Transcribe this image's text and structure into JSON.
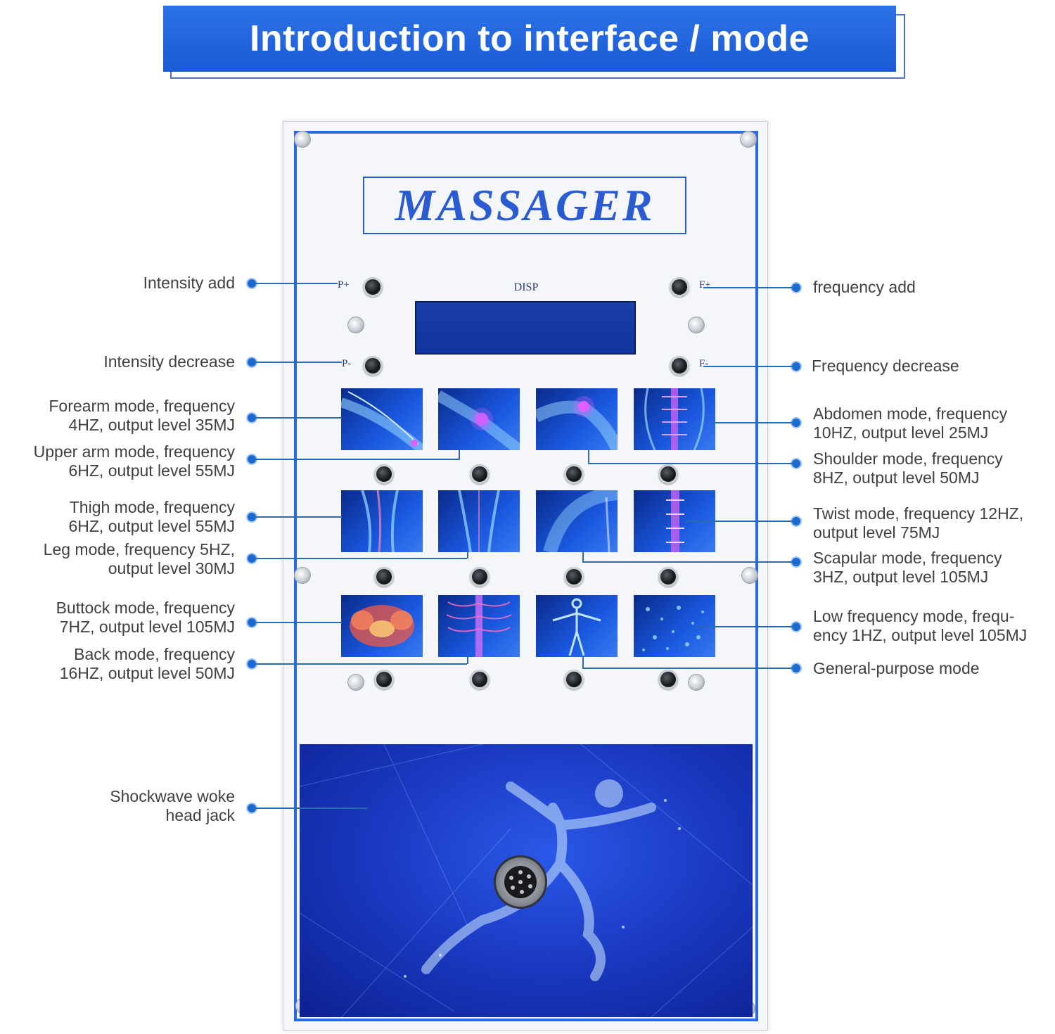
{
  "banner": {
    "title": "Introduction to interface / mode"
  },
  "device": {
    "brand": "MASSAGER",
    "display_label": "DISP",
    "buttons": {
      "p_plus": "P+",
      "p_minus": "P-",
      "f_plus": "F+",
      "f_minus": "F-"
    }
  },
  "callouts": {
    "intensity_add": "Intensity add",
    "intensity_decrease": "Intensity decrease",
    "frequency_add": "frequency add",
    "frequency_decrease": "Frequency decrease",
    "forearm": [
      "Forearm mode, frequency",
      "4HZ, output level 35MJ"
    ],
    "upper_arm": [
      "Upper arm mode, frequency",
      "6HZ, output level 55MJ"
    ],
    "thigh": [
      "Thigh mode, frequency",
      "6HZ, output level 55MJ"
    ],
    "leg": [
      "Leg mode, frequency 5HZ,",
      "output level 30MJ"
    ],
    "buttock": [
      "Buttock mode, frequency",
      "7HZ, output level 105MJ"
    ],
    "back": [
      "Back mode, frequency",
      "16HZ, output level 50MJ"
    ],
    "shockwave": [
      "Shockwave woke",
      "head jack"
    ],
    "abdomen": [
      "Abdomen mode, frequency",
      "10HZ, output level 25MJ"
    ],
    "shoulder": [
      "Shoulder mode, frequency",
      "8HZ, output level 50MJ"
    ],
    "twist": [
      "Twist mode, frequency 12HZ,",
      "output level 75MJ"
    ],
    "scapular": [
      "Scapular mode, frequency",
      "3HZ, output level 105MJ"
    ],
    "low_frequency": [
      "Low frequency mode, frequ-",
      "ency 1HZ, output level 105MJ"
    ],
    "general": "General-purpose mode"
  },
  "colors": {
    "accent_blue": "#2a6ae0",
    "banner_blue": "#1a5ad6",
    "text_gray": "#404040"
  },
  "icons": [
    "forearm-image",
    "elbow-image",
    "shoulder-joint-image",
    "spine-image",
    "thigh-image",
    "leg-image",
    "scapula-image",
    "lower-spine-image",
    "pelvis-image",
    "back-image",
    "body-image",
    "tissue-image",
    "runner-image",
    "connector-jack-icon"
  ]
}
